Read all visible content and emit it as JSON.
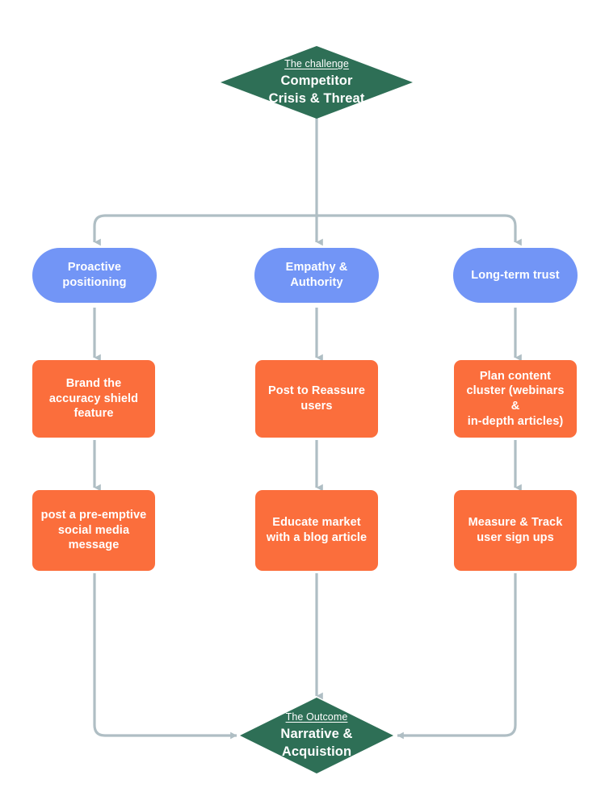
{
  "diagram": {
    "title": "Competitor Crisis & Threat strategy flowchart",
    "background": "#ffffff",
    "colors": {
      "diamond_green": "#2E6F56",
      "pill_blue": "#7295F6",
      "box_orange": "#FB6E3C",
      "connector_gray": "#AFBEC4",
      "node_text": "#ffffff"
    }
  },
  "challenge": {
    "eyebrow": "The challenge",
    "title": "Competitor\nCrisis & Threat"
  },
  "outcome": {
    "eyebrow": "The Outcome",
    "title": "Narrative &\nAcquistion"
  },
  "pillars": [
    {
      "label": "Proactive\npositioning"
    },
    {
      "label": "Empathy &\nAuthority"
    },
    {
      "label": "Long-term trust"
    }
  ],
  "actions_row1": [
    {
      "label": "Brand the\naccuracy shield\nfeature"
    },
    {
      "label": "Post to Reassure\nusers"
    },
    {
      "label": "Plan content\ncluster (webinars &\nin-depth articles)"
    }
  ],
  "actions_row2": [
    {
      "label": "post a pre-emptive\nsocial media\nmessage"
    },
    {
      "label": "Educate market\nwith a blog article"
    },
    {
      "label": "Measure & Track\nuser sign ups"
    }
  ]
}
